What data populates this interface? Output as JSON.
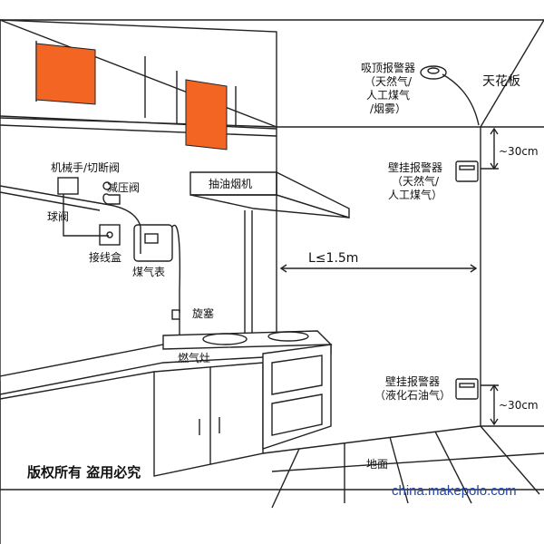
{
  "labels": {
    "ceiling_alarm": [
      "吸顶报警器",
      "（天然气/",
      "人工煤气",
      "/烟雾）"
    ],
    "ceiling": "天花板",
    "mech_valve": "机械手/切断阀",
    "pressure_valve": "减压阀",
    "ball_valve": "球阀",
    "junction_box": "接线盒",
    "gas_meter": "煤气表",
    "range_hood": "抽油烟机",
    "wall_alarm_top": [
      "壁挂报警器",
      "（天然气/",
      "人工煤气）"
    ],
    "dist_top": "~30cm",
    "distance_l": "L≤1.5m",
    "plug": "旋塞",
    "stove": "燃气灶",
    "wall_alarm_bottom": [
      "壁挂报警器",
      "（液化石油气）"
    ],
    "dist_bottom": "~30cm",
    "floor": "地面",
    "copyright": "版权所有  盗用必究",
    "watermark": "china.makepolo.com"
  },
  "colors": {
    "cabinet_orange": "#f26522",
    "line": "#222222"
  }
}
